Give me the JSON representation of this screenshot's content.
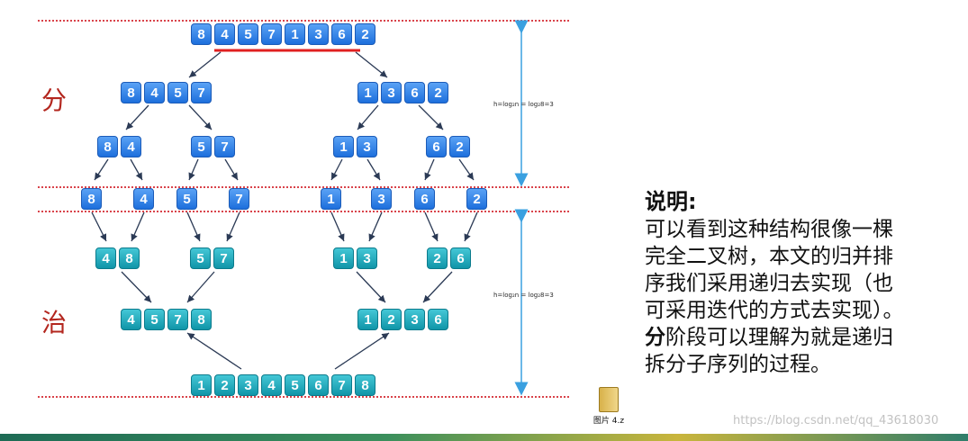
{
  "diagram": {
    "divide_label": "分",
    "conquer_label": "治",
    "height_formula_top": "h=log₂n = log₂8=3",
    "height_formula_bottom": "h=log₂n = log₂8=3",
    "levels": {
      "original": [
        "8",
        "4",
        "5",
        "7",
        "1",
        "3",
        "6",
        "2"
      ],
      "split1": [
        [
          "8",
          "4",
          "5",
          "7"
        ],
        [
          "1",
          "3",
          "6",
          "2"
        ]
      ],
      "split2": [
        [
          "8",
          "4"
        ],
        [
          "5",
          "7"
        ],
        [
          "1",
          "3"
        ],
        [
          "6",
          "2"
        ]
      ],
      "split3": [
        [
          "8"
        ],
        [
          "4"
        ],
        [
          "5"
        ],
        [
          "7"
        ],
        [
          "1"
        ],
        [
          "3"
        ],
        [
          "6"
        ],
        [
          "2"
        ]
      ],
      "merge1": [
        [
          "4",
          "8"
        ],
        [
          "5",
          "7"
        ],
        [
          "1",
          "3"
        ],
        [
          "2",
          "6"
        ]
      ],
      "merge2": [
        [
          "4",
          "5",
          "7",
          "8"
        ],
        [
          "1",
          "2",
          "3",
          "6"
        ]
      ],
      "result": [
        "1",
        "2",
        "3",
        "4",
        "5",
        "6",
        "7",
        "8"
      ]
    },
    "colors": {
      "divide_cells": "#2f7fe6",
      "merge_cells": "#1aa9bb",
      "guide_lines": "#d9434a",
      "arrows": "#2b3a55",
      "height_arrows": "#3aa0e0"
    }
  },
  "note": {
    "title": "说明:",
    "line1": "可以看到这种结构很像一棵",
    "line2": "完全二叉树，本文的归并排",
    "line3": "序我们采用递归去实现（也",
    "line4": "可采用迭代的方式去实现）。",
    "line5_bold": "分",
    "line5_rest": "阶段可以理解为就是递归",
    "line6": "拆分子序列的过程。"
  },
  "file": {
    "label": "图片 4.z"
  },
  "watermark": "https://blog.csdn.net/qq_43618030"
}
